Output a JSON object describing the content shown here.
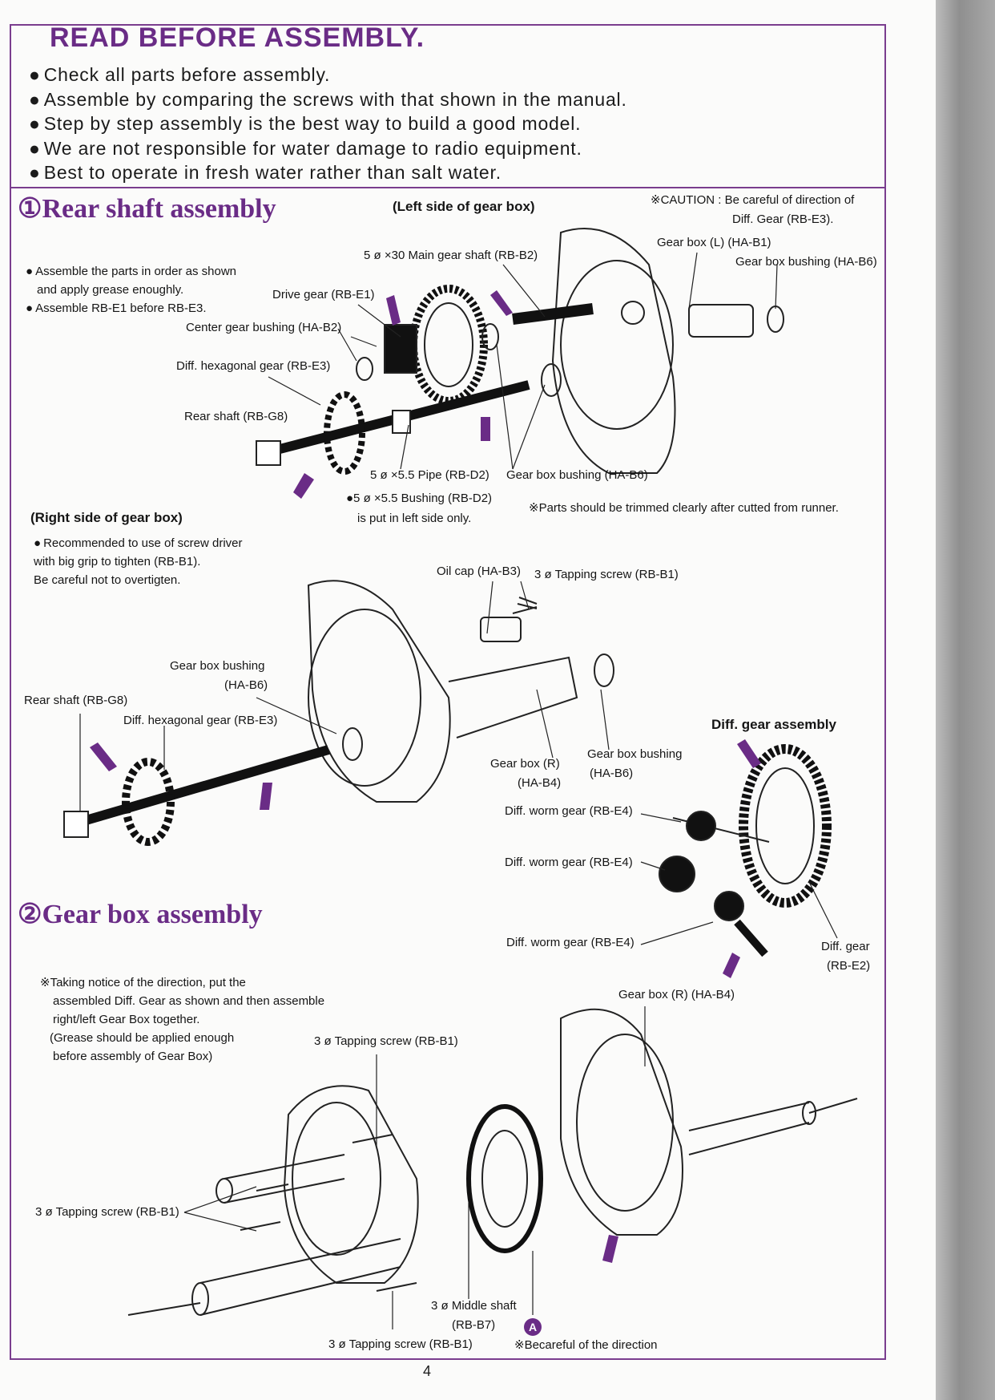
{
  "header": {
    "title": "READ BEFORE ASSEMBLY.",
    "bullets": [
      "Check all parts before assembly.",
      "Assemble by comparing the screws with that shown in the manual.",
      "Step by step assembly is the best way to build a good model.",
      "We are not responsible for water damage to radio equipment.",
      "Best to operate in fresh water rather than salt water."
    ]
  },
  "section1": {
    "title": "①Rear shaft assembly",
    "notes": [
      "Assemble the parts in order as shown",
      "and apply grease enoughly.",
      "Assemble RB-E1 before RB-E3."
    ],
    "left_side_title": "(Left side of gear box)",
    "caution": [
      "※CAUTION : Be careful of direction of",
      "Diff. Gear (RB-E3)."
    ],
    "labels": {
      "gear_box_l": "Gear box (L) (HA-B1)",
      "gear_box_bushing_top": "Gear box bushing (HA-B6)",
      "main_gear_shaft": "5 ø ×30 Main gear shaft (RB-B2)",
      "drive_gear": "Drive gear (RB-E1)",
      "center_gear_bushing": "Center gear bushing (HA-B2)",
      "diff_hex_gear": "Diff. hexagonal gear (RB-E3)",
      "rear_shaft": "Rear shaft (RB-G8)",
      "pipe": "5 ø ×5.5 Pipe (RB-D2)",
      "gear_box_bushing_bottom": "Gear box bushing (HA-B6)",
      "bushing_note_1": "●5 ø ×5.5 Bushing (RB-D2)",
      "bushing_note_2": "is put in left side only.",
      "trim_note": "※Parts should be trimmed clearly after cutted from runner."
    },
    "right_side_title": "(Right side of gear box)",
    "right_notes": [
      "Recommended to use of screw driver",
      "with big grip to tighten (RB-B1).",
      "Be careful not to overtigten."
    ],
    "right_labels": {
      "oil_cap": "Oil cap (HA-B3)",
      "tapping_screw": "3 ø Tapping screw (RB-B1)",
      "gear_box_bushing_1": "Gear box bushing",
      "gear_box_bushing_1b": "(HA-B6)",
      "rear_shaft": "Rear shaft (RB-G8)",
      "diff_hex_gear": "Diff. hexagonal gear (RB-E3)",
      "gear_box_r": "Gear box (R)",
      "gear_box_r_b": "(HA-B4)",
      "gear_box_bushing_2": "Gear box bushing",
      "gear_box_bushing_2b": "(HA-B6)"
    }
  },
  "diff": {
    "title": "Diff. gear assembly",
    "worm1": "Diff. worm gear (RB-E4)",
    "worm2": "Diff. worm gear (RB-E4)",
    "worm3": "Diff. worm gear (RB-E4)",
    "diff_gear": "Diff. gear",
    "diff_gear_b": "(RB-E2)"
  },
  "section2": {
    "title": "②Gear box assembly",
    "notes": [
      "※Taking notice of the direction, put the",
      "assembled Diff. Gear as shown and then assemble",
      "right/left Gear Box together.",
      "(Grease should be applied enough",
      "before assembly of Gear Box)"
    ],
    "labels": {
      "gear_box_r": "Gear box (R) (HA-B4)",
      "tapping_top": "3 ø Tapping screw (RB-B1)",
      "tapping_left": "3 ø Tapping screw (RB-B1)",
      "middle_shaft": "3 ø Middle shaft",
      "middle_shaft_b": "(RB-B7)",
      "tapping_bottom": "3 ø Tapping screw (RB-B1)",
      "circle_a": "A",
      "direction_note": "※Becareful of the direction"
    }
  },
  "page_number": "4",
  "colors": {
    "accent": "#6a2c86",
    "ink": "#151515",
    "paper": "#fbfbfa"
  }
}
